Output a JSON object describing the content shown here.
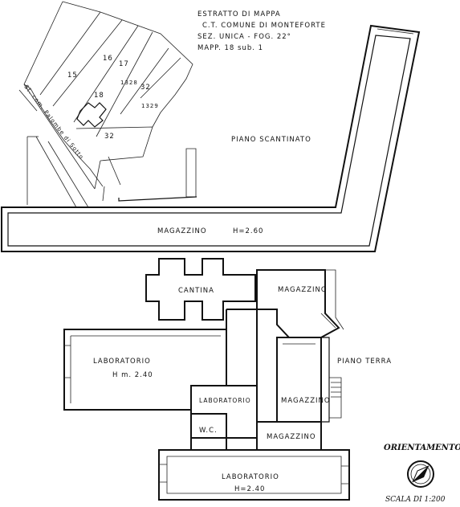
{
  "title_block": {
    "line1": "ESTRATTO DI MAPPA",
    "line2": "C.T. COMUNE DI MONTEFORTE",
    "line3": "SEZ. UNICA - FOG. 22°",
    "line4": "MAPP. 18 sub. 1"
  },
  "map_extract": {
    "parcels": [
      "15",
      "16",
      "17",
      "18",
      "1328",
      "32",
      "1329",
      "32"
    ],
    "road_label": "St. com. Palombe di Sotto"
  },
  "basement": {
    "level_label": "PIANO SCANTINATO",
    "room_label": "MAGAZZINO",
    "height_label": "H=2.60"
  },
  "ground_floor": {
    "level_label": "PIANO TERRA",
    "rooms": {
      "cantina": "CANTINA",
      "magazzino_top": "MAGAZZINO",
      "laboratorio_left": "LABORATORIO",
      "laboratorio_left_height": "H m. 2.40",
      "laboratorio_mid": "LABORATORIO",
      "magazzino_mid": "MAGAZZINO",
      "wc": "W.C.",
      "magazzino_low": "MAGAZZINO",
      "laboratorio_bottom": "LABORATORIO",
      "laboratorio_bottom_height": "H=2.40"
    }
  },
  "orientation": {
    "label": "ORIENTAMENTO",
    "scale": "SCALA DI 1:200",
    "icon": "compass-icon"
  }
}
